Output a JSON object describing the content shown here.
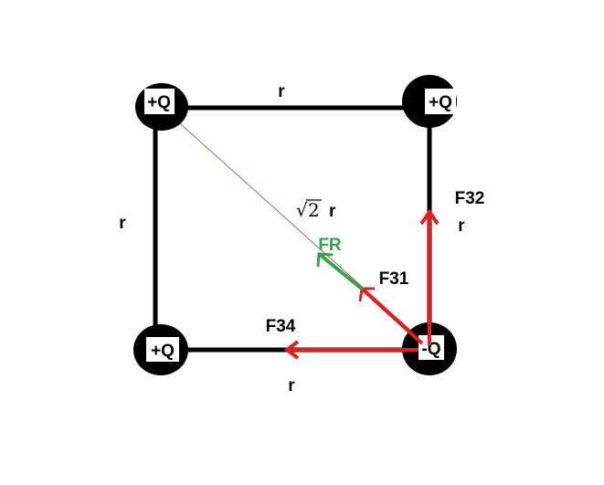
{
  "charges": {
    "top_left": "+Q",
    "top_right": "+Q",
    "bottom_left": "+Q",
    "bottom_right": "-Q"
  },
  "distances": {
    "top": "r",
    "left": "r",
    "right": "r",
    "bottom": "r",
    "diagonal_radical": "√",
    "diagonal_number": "2",
    "diagonal_symbol": "r"
  },
  "forces": {
    "f31": "F31",
    "f32": "F32",
    "f34": "F34",
    "fr": "FR"
  },
  "colors": {
    "background": "#ffffff",
    "square": "#000000",
    "charge_disc": "#000000",
    "charge_box": "#ffffff",
    "force_component": "#e02020",
    "resultant": "#2aa84a",
    "diagonal_guide": "#c06060"
  }
}
